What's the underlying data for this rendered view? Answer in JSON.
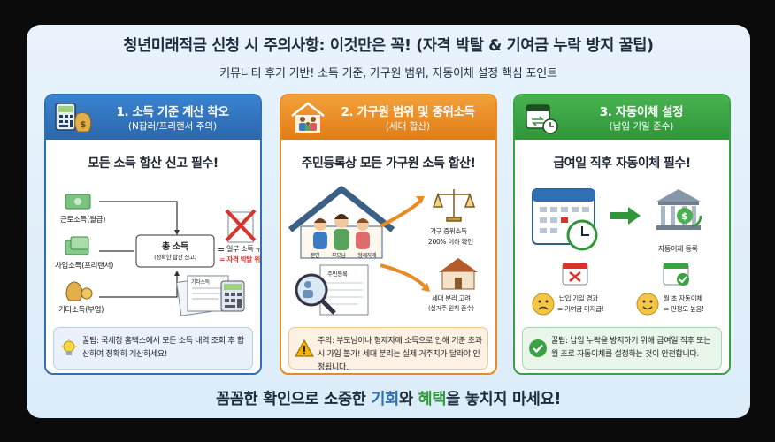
{
  "title": "청년미래적금 신청 시 주의사항: 이것만은 꼭! (자격 박탈 & 기여금 누락 방지 꿀팁)",
  "subtitle": "커뮤니티 후기 기반! 소득 기준, 가구원 범위, 자동이체 설정 핵심 포인트",
  "cards": [
    {
      "heading": "1. 소득 기준 계산 착오",
      "subheading": "(N잡러/프리랜서 주의)",
      "headline": "모든 소득 합산 신고 필수!",
      "icon": "calculator-money-icon",
      "items": [
        "근로소득(월급)",
        "사업소득(프리랜서)",
        "기타소득(부업)"
      ],
      "total_label": "총 소득",
      "total_sub": "(정확한 합산 신고)",
      "equals": "=",
      "warn_line1": "일부 소득 누락",
      "warn_line2": "= 자격 박탈 위험!",
      "doc_label": "기타소득",
      "tip_icon": "lightbulb-icon",
      "tip": "꿀팁: 국세청 홈텍스에서 모든 소득 내역 조회 후 합산하여 정확히 계산하세요!"
    },
    {
      "heading": "2. 가구원 범위 및 중위소득",
      "subheading": "(세대 합산)",
      "headline": "주민등록상 모든 가구원 소득 합산!",
      "icon": "house-family-icon",
      "family_labels": [
        "본인",
        "부모님",
        "형제자매"
      ],
      "doc_label": "주민등록",
      "scale_line1": "가구 중위소득",
      "scale_line2": "200% 이하 확인",
      "house_line1": "세대 분리 고려",
      "house_line2": "(실거주 원칙 준수)",
      "tip_icon": "warning-icon",
      "tip": "주의: 부모님이나 형제자매 소득으로 인해 기준 초과 시 가입 불가! 세대 분리는 실제 거주지가 달라야 인정됩니다."
    },
    {
      "heading": "3. 자동이체 설정",
      "subheading": "(납입 기일 준수)",
      "headline": "급여일 직후 자동이체 필수!",
      "icon": "calendar-transfer-icon",
      "bank_label": "자동이체 등록",
      "late_line1": "납입 기일 경과",
      "late_line2": "= 기여금 미지급!",
      "ok_line1": "월 초 자동이체",
      "ok_line2": "= 안정도 높음!",
      "tip_icon": "check-circle-icon",
      "tip": "꿀팁: 납입 누락을 방지하기 위해 급여일 직후 또는 월 초로 자동이체를 설정하는 것이 안전합니다."
    }
  ],
  "footer_pre": "꼼꼼한 확인으로 소중한 ",
  "footer_hl1": "기회",
  "footer_mid": "와 ",
  "footer_hl2": "혜택",
  "footer_post": "을 놓치지 마세요!",
  "colors": {
    "blue": "#2f6fb3",
    "orange": "#e98a22",
    "green": "#3aa243",
    "red": "#d9342b"
  }
}
